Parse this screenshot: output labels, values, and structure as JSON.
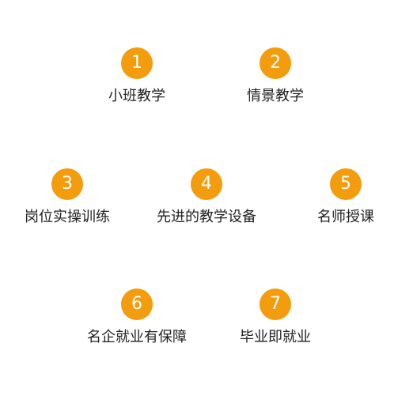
{
  "accent_color": "#F39C0E",
  "features": [
    {
      "number": "1",
      "label": "小班教学"
    },
    {
      "number": "2",
      "label": "情景教学"
    },
    {
      "number": "3",
      "label": "岗位实操训练"
    },
    {
      "number": "4",
      "label": "先进的教学设备"
    },
    {
      "number": "5",
      "label": "名师授课"
    },
    {
      "number": "6",
      "label": "名企就业有保障"
    },
    {
      "number": "7",
      "label": "毕业即就业"
    }
  ]
}
